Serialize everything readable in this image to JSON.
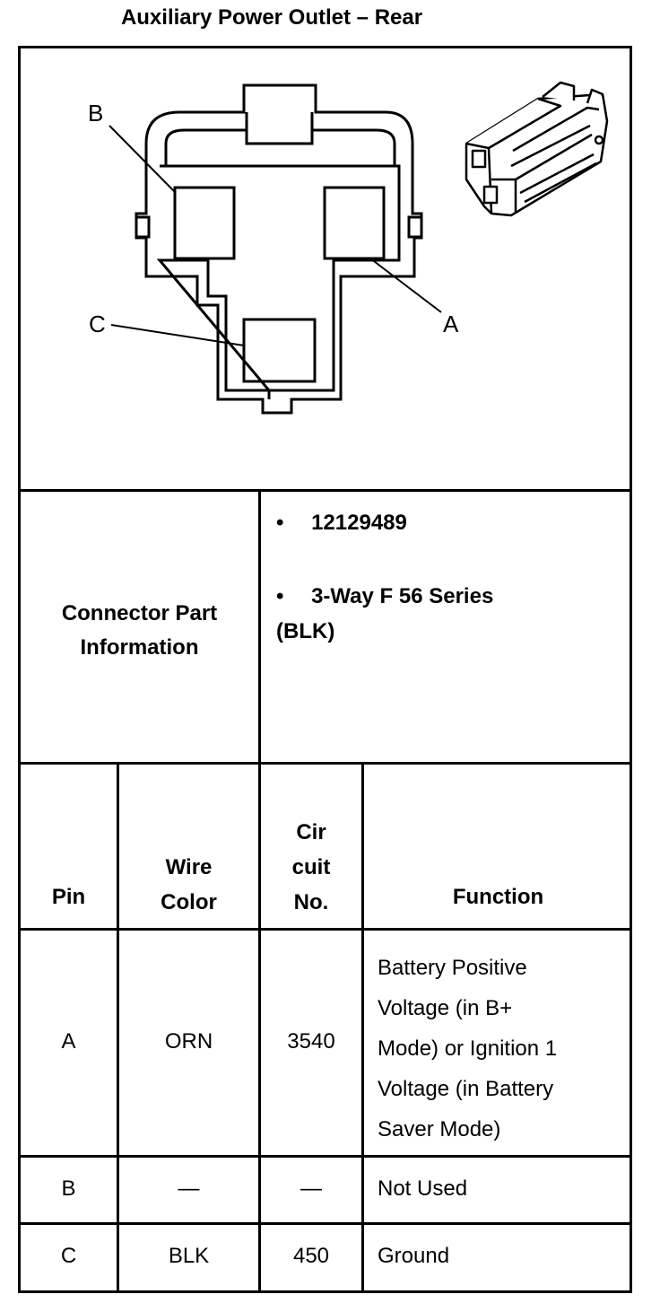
{
  "title": "Auxiliary Power Outlet – Rear",
  "diagram": {
    "callouts": [
      "A",
      "B",
      "C"
    ]
  },
  "connector_part": {
    "label_line1": "Connector Part",
    "label_line2": "Information",
    "bullet": "•",
    "part_number": "12129489",
    "desc_line1": "3-Way F 56 Series",
    "desc_line2": "(BLK)"
  },
  "table": {
    "headers": {
      "pin": "Pin",
      "wire_1": "Wire",
      "wire_2": "Color",
      "cir_1": "Cir",
      "cir_2": "cuit",
      "cir_3": "No.",
      "function": "Function"
    },
    "rows": [
      {
        "pin": "A",
        "wire": "ORN",
        "circuit": "3540",
        "function_lines": [
          "Battery Positive",
          "Voltage (in B+",
          "Mode) or Ignition 1",
          "Voltage (in Battery",
          "Saver Mode)"
        ]
      },
      {
        "pin": "B",
        "wire": "—",
        "circuit": "—",
        "function_lines": [
          "Not Used"
        ]
      },
      {
        "pin": "C",
        "wire": "BLK",
        "circuit": "450",
        "function_lines": [
          "Ground"
        ]
      }
    ]
  }
}
